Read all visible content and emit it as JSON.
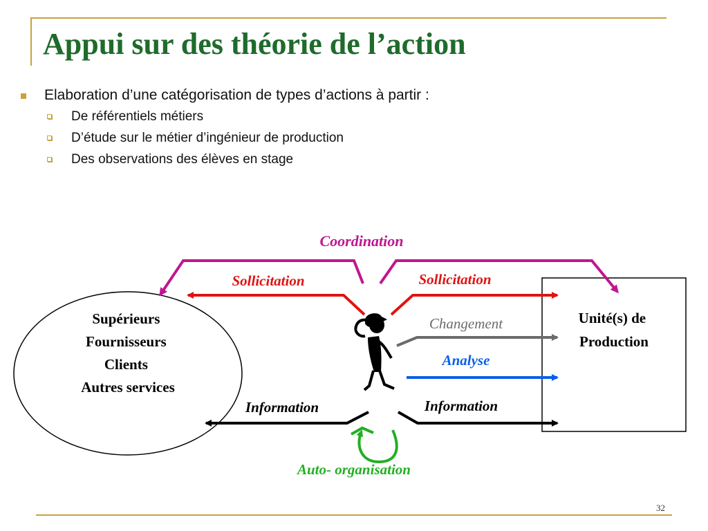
{
  "slide": {
    "title": "Appui sur des théorie de l’action",
    "number": "32"
  },
  "bullets": {
    "main": "Elaboration d’une catégorisation de types d’actions à partir :",
    "sub": [
      "De référentiels métiers",
      "D’étude sur le métier d’ingénieur de production",
      "Des observations des élèves en stage"
    ]
  },
  "diagram": {
    "left_entity": [
      "Supérieurs",
      "Fournisseurs",
      "Clients",
      "Autres services"
    ],
    "right_entity": [
      "Unité(s) de",
      "Production"
    ],
    "labels": {
      "coordination": "Coordination",
      "sollicitation_left": "Sollicitation",
      "sollicitation_right": "Sollicitation",
      "changement": "Changement",
      "analyse": "Analyse",
      "information_left": "Information",
      "information_right": "Information",
      "auto_organisation": "Auto- organisation"
    },
    "colors": {
      "coordination": "#c0168f",
      "sollicitation": "#e01313",
      "changement": "#6b6b6b",
      "analyse": "#0a5fe8",
      "information": "#000000",
      "auto_organisation": "#22b022",
      "title": "#1f6b2c",
      "accent": "#c8a23a"
    }
  }
}
